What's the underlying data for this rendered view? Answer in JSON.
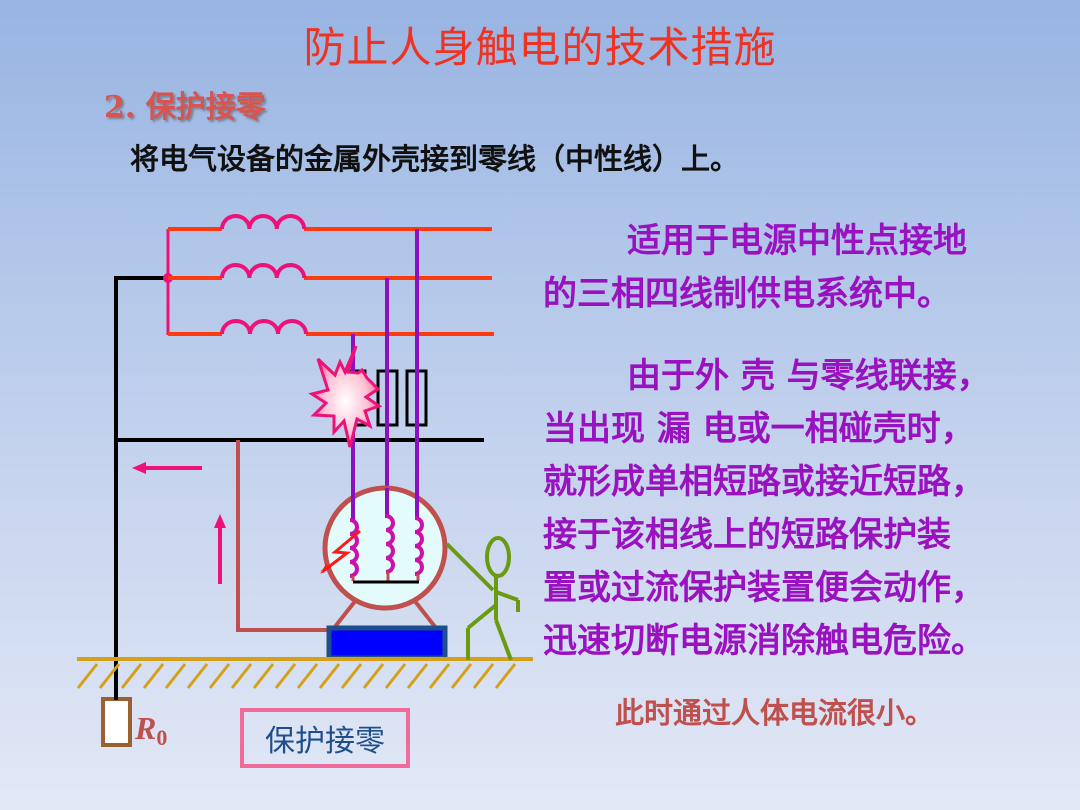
{
  "slide": {
    "title": "防止人身触电的技术措施",
    "subtitle": "2. 保护接零",
    "definition": "将电气设备的金属外壳接到零线（中性线）上。"
  },
  "explanation": {
    "paragraph1": [
      "适用于电源中性点接地",
      "的三相四线制供电系统中。"
    ],
    "paragraph2": [
      "由于外 壳 与零线联接，",
      "当出现 漏 电或一相碰壳时，",
      "就形成单相短路或接近短路，",
      "接于该相线上的短路保护装",
      "置或过流保护装置便会动作，",
      "迅速切断电源消除触电危险。"
    ],
    "note": "此时通过人体电流很小。"
  },
  "diagram": {
    "label": "保护接零",
    "resistor_label": "R",
    "resistor_subscript": "0",
    "colors": {
      "phase_line": "#ff3a10",
      "coil": "#ee1177",
      "motor_lead": "#8a10c0",
      "neutral": "#000000",
      "protective_wire": "#c0504d",
      "current_arrow": "#ee1177",
      "motor_fill": "#e4fbfb",
      "motor_outline": "#c0504d",
      "base_fill": "#0000ff",
      "base_border": "#1f4e8c",
      "ground": "#d4a017",
      "person": "#6a9a10",
      "resistor_border": "#9a6030",
      "label_border": "#ee6b9a",
      "label_text": "#1f4e8c"
    }
  }
}
